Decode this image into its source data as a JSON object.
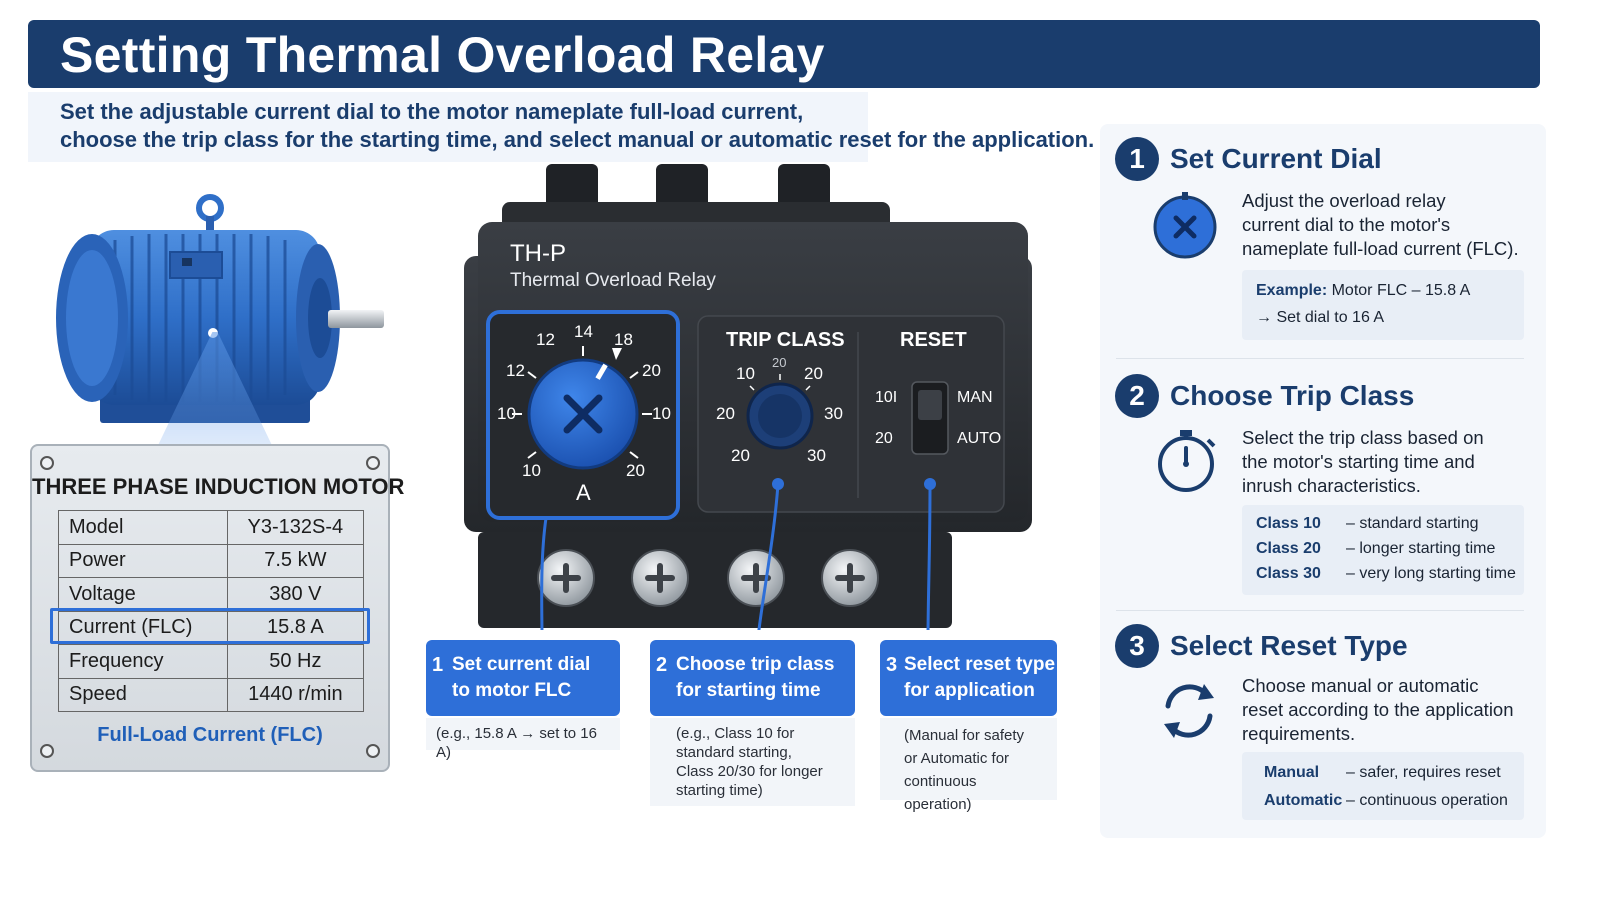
{
  "header": {
    "title": "Setting Thermal Overload Relay",
    "subtitle_line1": "Set the adjustable current dial to the motor nameplate full-load current,",
    "subtitle_line2": "choose the trip class for the starting time, and select manual or automatic reset for the application."
  },
  "nameplate": {
    "title": "THREE PHASE INDUCTION MOTOR",
    "rows": [
      {
        "label": "Model",
        "value": "Y3-132S-4"
      },
      {
        "label": "Power",
        "value": "7.5 kW"
      },
      {
        "label": "Voltage",
        "value": "380 V"
      },
      {
        "label": "Current (FLC)",
        "value": "15.8 A"
      },
      {
        "label": "Frequency",
        "value": "50 Hz"
      },
      {
        "label": "Speed",
        "value": "1440 r/min"
      }
    ],
    "caption": "Full-Load Current (FLC)"
  },
  "relay": {
    "model": "TH-P",
    "name": "Thermal Overload Relay",
    "current_dial": {
      "ticks": [
        "12",
        "14",
        "18",
        "12",
        "20",
        "10",
        "10",
        "10",
        "20"
      ],
      "unit": "A"
    },
    "trip_class": {
      "label": "TRIP CLASS",
      "ticks": [
        "10",
        "20",
        "20",
        "20",
        "30",
        "20",
        "30"
      ]
    },
    "reset": {
      "label": "RESET",
      "left_ticks": [
        "10I",
        "20"
      ],
      "options": [
        "MAN",
        "AUTO"
      ]
    }
  },
  "callouts": [
    {
      "num": "1",
      "line1": "Set current dial",
      "line2": "to motor FLC",
      "note_lines": [
        "(e.g., 15.8 A → set to 16 A)"
      ]
    },
    {
      "num": "2",
      "line1": "Choose trip class",
      "line2": "for starting time",
      "note_lines": [
        "(e.g., Class 10 for",
        "standard starting,",
        "Class 20/30 for longer",
        "starting time)"
      ]
    },
    {
      "num": "3",
      "line1": "Select reset type",
      "line2": "for application",
      "note_lines": [
        "(Manual for safety",
        "or Automatic for",
        "continuous operation)"
      ]
    }
  ],
  "steps": [
    {
      "num": "1",
      "title": "Set Current Dial",
      "text_lines": [
        "Adjust the overload relay",
        "current dial to the motor's",
        "nameplate full-load current (FLC)."
      ],
      "example_label": "Example:",
      "example_line1": "Motor FLC – 15.8 A",
      "example_line2": "→ Set dial to 16 A"
    },
    {
      "num": "2",
      "title": "Choose Trip Class",
      "text_lines": [
        "Select the trip class based on",
        "the motor's starting time and",
        "inrush characteristics."
      ],
      "classes": [
        {
          "name": "Class 10",
          "desc": "–  standard starting"
        },
        {
          "name": "Class 20",
          "desc": "–  longer starting time"
        },
        {
          "name": "Class 30",
          "desc": "–  very long starting time"
        }
      ]
    },
    {
      "num": "3",
      "title": "Select Reset Type",
      "text_lines": [
        "Choose manual or automatic",
        "reset according to the application",
        "requirements."
      ],
      "resets": [
        {
          "name": "Manual",
          "desc": "–  safer, requires reset"
        },
        {
          "name": "Automatic",
          "desc": "–  continuous operation"
        }
      ]
    }
  ],
  "colors": {
    "navy": "#1a3d6d",
    "accent_blue": "#2e6fd8",
    "motor_blue": "#2f6fc8",
    "relay_body": "#2b2e33"
  }
}
